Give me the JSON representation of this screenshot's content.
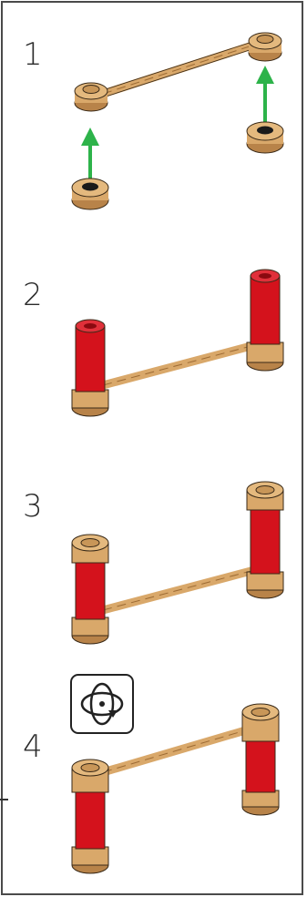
{
  "steps": [
    {
      "number": "1"
    },
    {
      "number": "2"
    },
    {
      "number": "3"
    },
    {
      "number": "4"
    }
  ],
  "colors": {
    "tan": "#d9a86a",
    "tan_dark": "#9c6a33",
    "red": "#d4121c",
    "red_dark": "#8a0a10",
    "green_arrow": "#2db34a",
    "outline": "#3a2a18"
  },
  "icons": {
    "rotate": "rotate-model-icon"
  }
}
